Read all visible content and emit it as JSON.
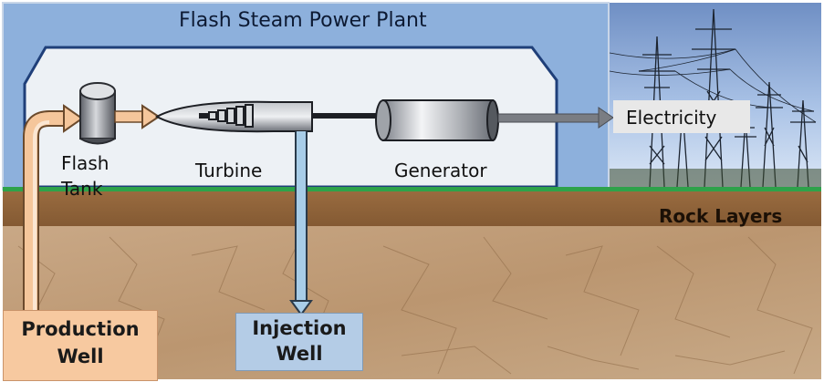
{
  "title": "Flash Steam Power Plant",
  "components": {
    "flash_tank": [
      "Flash",
      "Tank"
    ],
    "turbine": "Turbine",
    "generator": "Generator",
    "electricity": "Electricity",
    "rock_layers": "Rock Layers",
    "production_well": [
      "Production",
      "Well"
    ],
    "injection_well": [
      "Injection",
      "Well"
    ]
  },
  "colors": {
    "plant_background": "#8db0dc",
    "building_fill": "#edf1f5",
    "ground_line": "#2ea24a",
    "rock_layer": "#8e6239",
    "soil": "#c4a27e",
    "production_pipe": "#f5c69b",
    "injection_pipe": "#a8cde8",
    "production_well_box": "#f7c9a0",
    "injection_well_box": "#b4cce6"
  }
}
